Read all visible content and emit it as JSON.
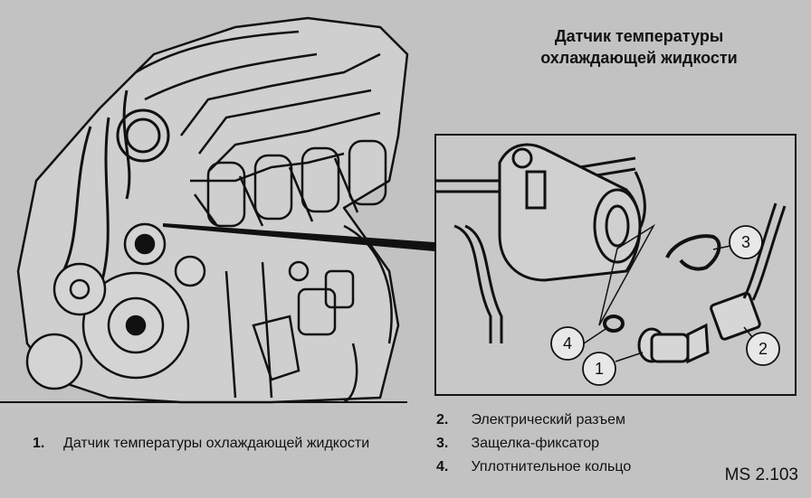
{
  "title": "Датчик температуры охлаждающей жидкости",
  "detail_labels": {
    "1": "1",
    "2": "2",
    "3": "3",
    "4": "4"
  },
  "legend": [
    {
      "num": "1.",
      "text": "Датчик температуры охлаждающей жидкости"
    },
    {
      "num": "2.",
      "text": "Электрический разъем"
    },
    {
      "num": "3.",
      "text": "Защелка-фиксатор"
    },
    {
      "num": "4.",
      "text": "Уплотнительное кольцо"
    }
  ],
  "figure_code": "MS 2.103"
}
